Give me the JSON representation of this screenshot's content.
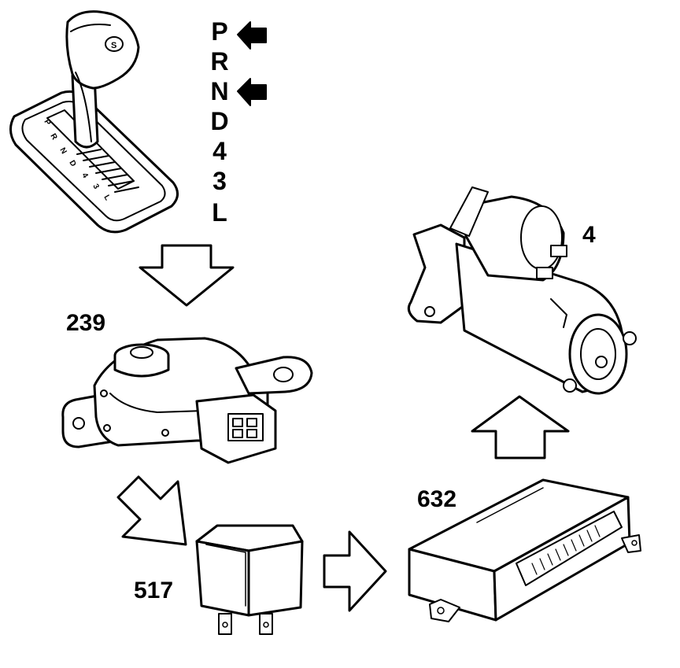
{
  "gear_positions": [
    "P",
    "R",
    "N",
    "D",
    "4",
    "3",
    "L"
  ],
  "gate_letters": [
    "P",
    "R",
    "N",
    "D",
    "4",
    "3",
    "L"
  ],
  "knob_badge": "S",
  "arrow_markers": {
    "P": true,
    "N": true
  },
  "labels": {
    "switch": "239",
    "starter": "4",
    "module": "632",
    "relay": "517"
  },
  "colors": {
    "ink": "#000000",
    "paper": "#ffffff",
    "shade": "#d9d9d9"
  }
}
